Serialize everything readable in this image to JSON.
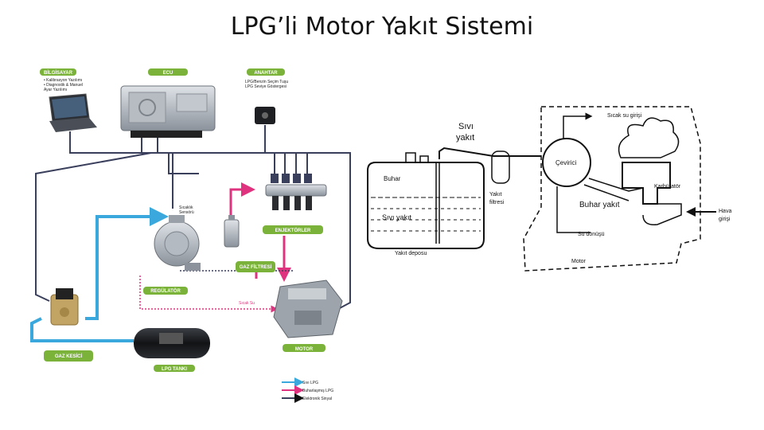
{
  "title": "LPG’li Motor Yakıt Sistemi",
  "left_diagram": {
    "labels": {
      "bilgisayar": "BİLGİSAYAR",
      "ecu": "ECU",
      "anahtar": "ANAHTAR",
      "enjektorler": "ENJEKTÖRLER",
      "gaz_filtresi": "GAZ FİLTRESİ",
      "regulator": "REGÜLATÖR",
      "motor": "MOTOR",
      "gaz_kesici": "GAZ KESİCİ",
      "lpg_tanki": "LPG TANKI"
    },
    "notes": {
      "bilgisayar_1": "• Kalibrasyon Yazılımı",
      "bilgisayar_2": "• Diagnostik & Manuel",
      "bilgisayar_3": "Ayar Yazılımı",
      "anahtar_1": "LPG/Benzin Seçim Tuşu",
      "anahtar_2": "LPG Seviye Göstergesi",
      "sicaklik_1": "Sıcaklık",
      "sicaklik_2": "Sensörü",
      "sicak_su": "Sıcak Su"
    },
    "legend": [
      {
        "label": "Sıvı LPG",
        "color": "#3aa8dc"
      },
      {
        "label": "Buharlaşmış LPG",
        "color": "#e0337f"
      },
      {
        "label": "Elektronik Sinyal",
        "color": "#3a3f5c"
      }
    ]
  },
  "right_diagram": {
    "labels": {
      "sicak_su_girisi": "Sıcak su girişi",
      "sivi": "Sıvı",
      "yakit": "yakıt",
      "buhar": "Buhar",
      "cevirici": "Çevirici",
      "karburator": "Karbüratör",
      "yakit_filtresi_1": "Yakıt",
      "yakit_filtresi_2": "filtresi",
      "buhar_yakit": "Buhar yakıt",
      "hava": "Hava",
      "girisi": "girişi",
      "sivi_yakit": "Sıvı yakıt",
      "su_donusu": "Su dönüşü",
      "yakit_deposu": "Yakıt deposu",
      "motor": "Motor"
    }
  }
}
